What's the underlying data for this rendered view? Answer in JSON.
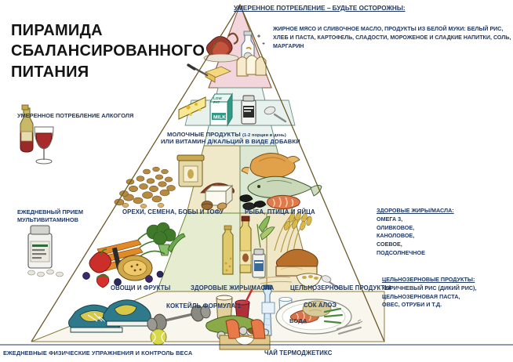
{
  "title": {
    "line1": "ПИРАМИДА",
    "line2": "СБАЛАНСИРОВАННОГО",
    "line3": "ПИТАНИЯ"
  },
  "annotations": {
    "moderate_top": {
      "header": "УМЕРЕННОЕ ПОТРЕБЛЕНИЕ",
      "suffix": " – БУДЬТЕ ОСТОРОЖНЫ:",
      "items": [
        "ЖИРНОЕ МЯСО И СЛИВОЧНОЕ МАСЛО,",
        "ПРОДУКТЫ ИЗ БЕЛОЙ МУКИ: БЕЛЫЙ РИС, ХЛЕБ И ПАСТА,",
        "КАРТОФЕЛЬ,",
        "СЛАДОСТИ, МОРОЖЕНОЕ И СЛАДКИЕ НАПИТКИ,",
        "СОЛЬ,",
        "МАРГАРИН"
      ]
    },
    "alcohol": {
      "label": "УМЕРЕННОЕ ПОТРЕБЛЕНИЕ АЛКОГОЛЯ"
    },
    "multivitamins": {
      "line1": "ЕЖЕДНЕВНЫЙ ПРИЕМ",
      "line2": "МУЛЬТИВИТАМИНОВ"
    },
    "healthy_fats": {
      "header": "ЗДОРОВЫЕ ЖИРЫ/МАСЛА:",
      "items": [
        "ОМЕГА 3,",
        "ОЛИВКОВОЕ,",
        "КАНОЛОВОЕ,",
        "СОЕВОЕ,",
        "ПОДСОЛНЕЧНОЕ"
      ]
    },
    "whole_grain": {
      "header": "ЦЕЛЬНОЗЕРНОВЫЕ ПРОДУКТЫ:",
      "items": [
        "КОРИЧНЕВЫЙ РИС (ДИКИЙ РИС),",
        "ЦЕЛЬНОЗЕРНОВАЯ ПАСТА,",
        "ОВЕС, ОТРУБИ И Т.Д."
      ]
    }
  },
  "pyramid": {
    "tiers": [
      {
        "id": "apex",
        "captions": []
      },
      {
        "id": "dairy",
        "captions": [
          {
            "text": "МОЛОЧНЫЕ ПРОДУКТЫ ",
            "small": "(1-2 порции в день)"
          },
          {
            "text": "ИЛИ ВИТАМИН Д/КАЛЬЦИЙ В ВИДЕ ДОБАВКИ"
          }
        ]
      },
      {
        "id": "protein",
        "captions": [
          {
            "text": "ОРЕХИ, СЕМЕНА, БОБЫ И ТОФУ"
          },
          {
            "text": "РЫБА, ПТИЦА И ЯЙЦА"
          }
        ]
      },
      {
        "id": "plants",
        "captions": [
          {
            "text": "ОВОЩИ И ФРУКТЫ"
          },
          {
            "text": "ЗДОРОВЫЕ ЖИРЫ/МАСЛА"
          },
          {
            "text": "ЦЕЛЬНОЗЕРНОВЫЕ ПРОДУКТЫ"
          }
        ]
      },
      {
        "id": "base",
        "captions": [
          {
            "text": "КОКТЕЙЛЬ ФОРМУЛА 1"
          },
          {
            "text": "СОК АЛОЭ"
          },
          {
            "text": "ВОДА"
          }
        ]
      }
    ],
    "footer": [
      {
        "text": "ЕЖЕДНЕВНЫЕ ФИЗИЧЕСКИЕ УПРАЖНЕНИЯ И КОНТРОЛЬ ВЕСА"
      },
      {
        "text": "ЧАЙ ТЕРМОДЖЕТИКС"
      }
    ]
  },
  "colors": {
    "text_blue": "#1f3864",
    "title_black": "#141414",
    "tier_apex": "#f2d4da",
    "tier_dairy": "#e9f2ef",
    "tier_nuts": "#efeacb",
    "tier_fish": "#dfe9d8",
    "tier_veg": "#e6ecd2",
    "tier_oils": "#efeacb",
    "tier_grain": "#efe7c8",
    "tier_base": "#f7f5ec",
    "outline": "#6b5a2a"
  }
}
